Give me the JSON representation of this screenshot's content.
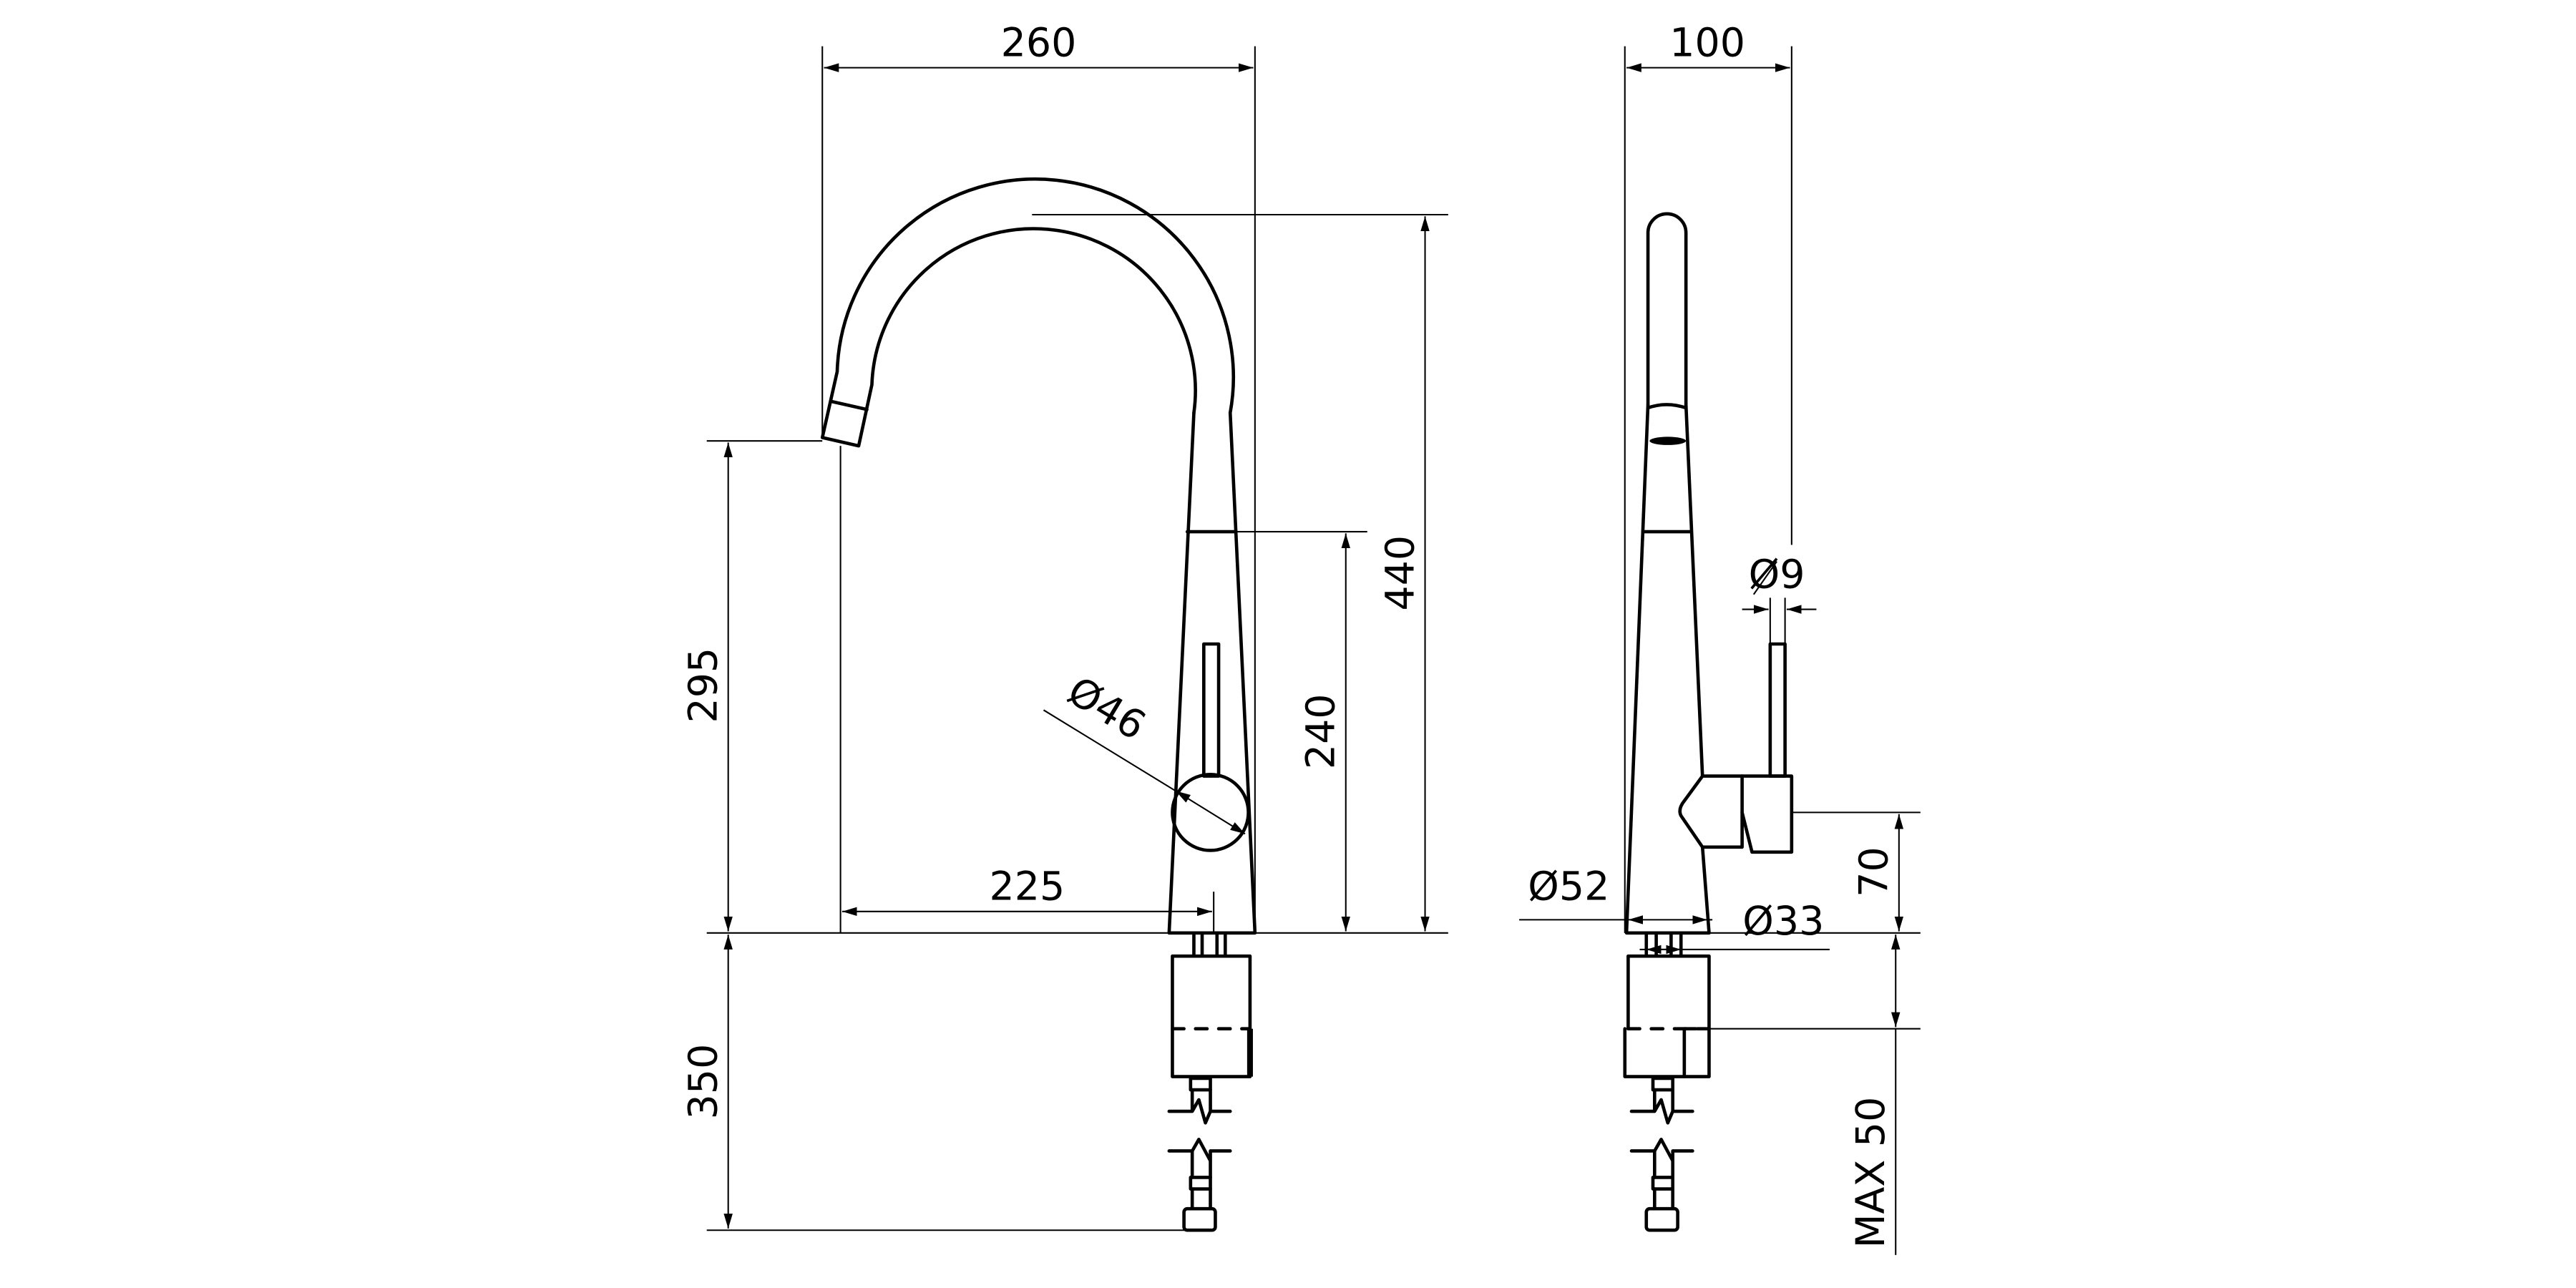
{
  "drawing": {
    "side_view": {
      "width": "260",
      "spout_reach": "225",
      "spout_height": "295",
      "total_height": "440",
      "handle_height": "240",
      "body_diameter": "Ø46",
      "below_counter": "350"
    },
    "front_view": {
      "width": "100",
      "lever_diameter": "Ø9",
      "base_diameter": "Ø52",
      "shank_diameter": "Ø33",
      "handle_level": "70",
      "max_counter_thickness": "MAX 50"
    },
    "colors": {
      "line": "#000000",
      "background": "#ffffff"
    }
  }
}
